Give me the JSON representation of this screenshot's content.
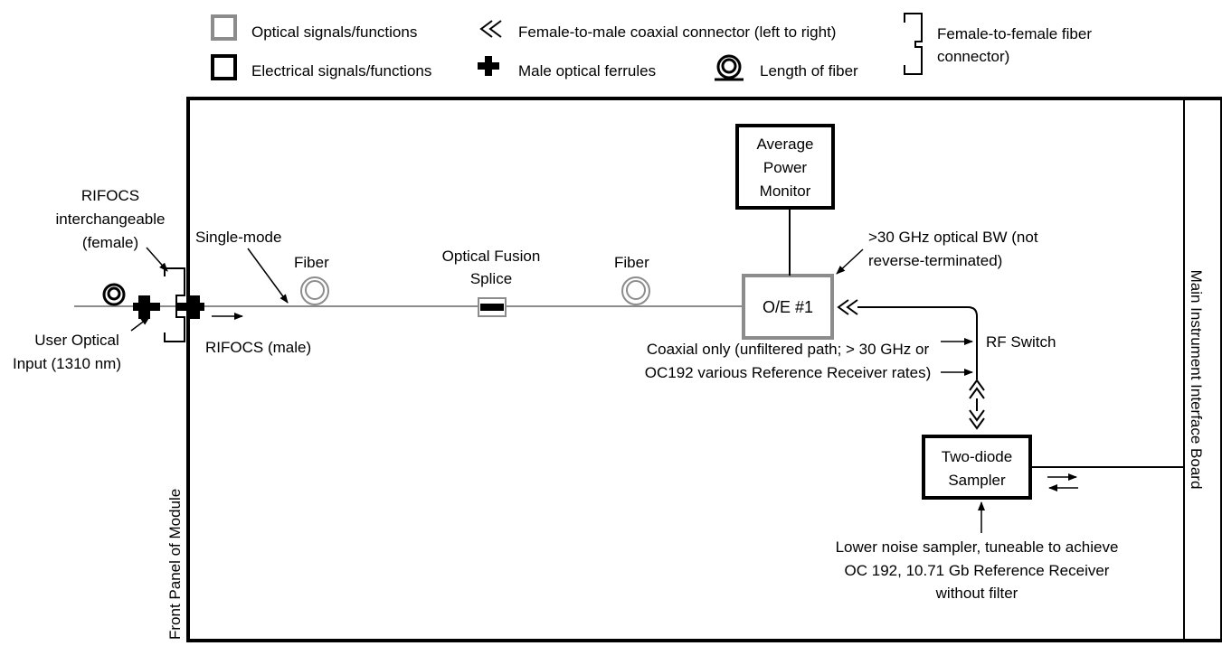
{
  "colors": {
    "optical": "#8c8c8c",
    "electrical": "#000000",
    "background": "#ffffff"
  },
  "legend": {
    "optical_label": "Optical signals/functions",
    "electrical_label": "Electrical signals/functions",
    "coax_label": "Female-to-male coaxial connector (left to right)",
    "ferrule_label": "Male optical ferrules",
    "fiber_length_label": "Length of fiber",
    "f2f_label_line1": "Female-to-female fiber",
    "f2f_label_line2": "connector)"
  },
  "labels": {
    "rifocs_interchangeable": [
      "RIFOCS",
      "interchangeable",
      "(female)"
    ],
    "user_optical_input": [
      "User Optical",
      "Input (1310 nm)"
    ],
    "rifocs_male": "RIFOCS (male)",
    "single_mode": "Single-mode",
    "fiber_1": "Fiber",
    "fusion_splice": [
      "Optical Fusion",
      "Splice"
    ],
    "fiber_2": "Fiber",
    "avg_power_monitor": [
      "Average",
      "Power",
      "Monitor"
    ],
    "oe_block": "O/E #1",
    "optical_bw_note": [
      ">30 GHz optical BW (not",
      "reverse-terminated)"
    ],
    "coaxial_note": [
      "Coaxial only (unfiltered path; > 30 GHz or",
      "OC192 various Reference Receiver rates)"
    ],
    "rf_switch": "RF Switch",
    "sampler": [
      "Two-diode",
      "Sampler"
    ],
    "sampler_note": [
      "Lower noise sampler, tuneable to achieve",
      "OC 192, 10.71 Gb Reference Receiver",
      "without filter"
    ],
    "front_panel": "Front Panel of Module",
    "main_board": "Main Instrument Interface Board"
  }
}
